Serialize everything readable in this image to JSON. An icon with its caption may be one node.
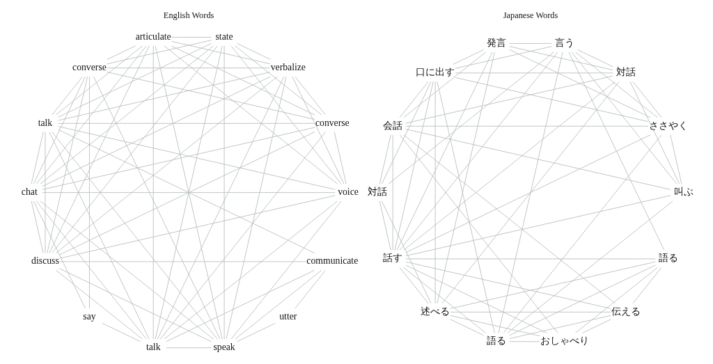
{
  "diagram": {
    "nodes": [
      {
        "text": [
          "talk"
        ]
      },
      {
        "text": [
          "talk"
        ]
      },
      {
        "text": [
          "say"
        ]
      },
      {
        "text": [
          "state"
        ]
      },
      {
        "text": [
          "chat"
        ]
      },
      {
        "text": [
          "verbalize"
        ]
      },
      {
        "text": [
          "speak"
        ]
      },
      {
        "text": [
          "voice"
        ]
      },
      {
        "text": [
          "articulate"
        ]
      },
      {
        "text": [
          "utter"
        ]
      },
      {
        "text": [
          "converse"
        ]
      },
      {
        "text": [
          "communicate"
        ]
      },
      {
        "text": [
          "converse"
        ]
      },
      {
        "text": [
          "discuss"
        ]
      },
      {
        "text": [
          "言う"
        ]
      },
      {
        "text": [
          "語る"
        ]
      },
      {
        "text": [
          "語る"
        ]
      },
      {
        "text": [
          "叫ぶ"
        ]
      },
      {
        "text": [
          "おしゃべり"
        ]
      },
      {
        "text": [
          "ささやく"
        ]
      },
      {
        "text": [
          "話す"
        ]
      },
      {
        "text": [
          "伝える"
        ]
      },
      {
        "text": [
          "対話"
        ]
      },
      {
        "text": [
          "述べる"
        ]
      },
      {
        "text": [
          "口に出す"
        ]
      },
      {
        "text": [
          "発言"
        ]
      },
      {
        "text": [
          "対話"
        ]
      },
      {
        "text": [
          "会話"
        ]
      }
    ],
    "edges": [
      {
        "from": 0,
        "to": 1,
        "arrow": "none"
      },
      {
        "from": 0,
        "to": 3,
        "arrow": "none"
      },
      {
        "from": 0,
        "to": 5,
        "arrow": "none"
      },
      {
        "from": 0,
        "to": 8,
        "arrow": "none"
      },
      {
        "from": 0,
        "to": 10,
        "arrow": "none"
      },
      {
        "from": 0,
        "to": 12,
        "arrow": "none"
      },
      {
        "from": 0,
        "to": 6,
        "arrow": "none"
      },
      {
        "from": 0,
        "to": 13,
        "arrow": "none"
      },
      {
        "from": 0,
        "to": 4,
        "arrow": "none"
      },
      {
        "from": 0,
        "to": 7,
        "arrow": "none"
      },
      {
        "from": 0,
        "to": 11,
        "arrow": "none"
      },
      {
        "from": 1,
        "to": 2,
        "arrow": "none"
      },
      {
        "from": 1,
        "to": 4,
        "arrow": "none"
      },
      {
        "from": 1,
        "to": 3,
        "arrow": "none"
      },
      {
        "from": 1,
        "to": 5,
        "arrow": "none"
      },
      {
        "from": 1,
        "to": 8,
        "arrow": "none"
      },
      {
        "from": 1,
        "to": 10,
        "arrow": "none"
      },
      {
        "from": 1,
        "to": 6,
        "arrow": "none"
      },
      {
        "from": 1,
        "to": 13,
        "arrow": "none"
      },
      {
        "from": 1,
        "to": 7,
        "arrow": "none"
      },
      {
        "from": 1,
        "to": 11,
        "arrow": "none"
      },
      {
        "from": 2,
        "to": 4,
        "arrow": "none"
      },
      {
        "from": 2,
        "to": 12,
        "arrow": "none"
      },
      {
        "from": 3,
        "to": 4,
        "arrow": "none"
      },
      {
        "from": 3,
        "to": 7,
        "arrow": "none"
      },
      {
        "from": 3,
        "to": 5,
        "arrow": "none"
      },
      {
        "from": 3,
        "to": 8,
        "arrow": "none"
      },
      {
        "from": 3,
        "to": 10,
        "arrow": "none"
      },
      {
        "from": 3,
        "to": 6,
        "arrow": "none"
      },
      {
        "from": 3,
        "to": 13,
        "arrow": "none"
      },
      {
        "from": 3,
        "to": 12,
        "arrow": "none"
      },
      {
        "from": 4,
        "to": 5,
        "arrow": "none"
      },
      {
        "from": 4,
        "to": 7,
        "arrow": "none"
      },
      {
        "from": 4,
        "to": 8,
        "arrow": "none"
      },
      {
        "from": 4,
        "to": 10,
        "arrow": "none"
      },
      {
        "from": 4,
        "to": 12,
        "arrow": "none"
      },
      {
        "from": 4,
        "to": 13,
        "arrow": "none"
      },
      {
        "from": 4,
        "to": 6,
        "arrow": "none"
      },
      {
        "from": 5,
        "to": 8,
        "arrow": "none"
      },
      {
        "from": 5,
        "to": 10,
        "arrow": "none"
      },
      {
        "from": 5,
        "to": 6,
        "arrow": "none"
      },
      {
        "from": 5,
        "to": 7,
        "arrow": "none"
      },
      {
        "from": 5,
        "to": 13,
        "arrow": "none"
      },
      {
        "from": 5,
        "to": 12,
        "arrow": "none"
      },
      {
        "from": 6,
        "to": 7,
        "arrow": "none"
      },
      {
        "from": 6,
        "to": 9,
        "arrow": "none"
      },
      {
        "from": 6,
        "to": 12,
        "arrow": "none"
      },
      {
        "from": 6,
        "to": 13,
        "arrow": "none"
      },
      {
        "from": 6,
        "to": 11,
        "arrow": "none"
      },
      {
        "from": 6,
        "to": 8,
        "arrow": "none"
      },
      {
        "from": 7,
        "to": 8,
        "arrow": "none"
      },
      {
        "from": 7,
        "to": 10,
        "arrow": "none"
      },
      {
        "from": 7,
        "to": 13,
        "arrow": "none"
      },
      {
        "from": 8,
        "to": 10,
        "arrow": "none"
      },
      {
        "from": 8,
        "to": 12,
        "arrow": "none"
      },
      {
        "from": 8,
        "to": 13,
        "arrow": "none"
      },
      {
        "from": 10,
        "to": 12,
        "arrow": "none"
      },
      {
        "from": 10,
        "to": 13,
        "arrow": "none"
      },
      {
        "from": 12,
        "to": 13,
        "arrow": "none"
      },
      {
        "from": 11,
        "to": 13,
        "arrow": "none"
      },
      {
        "from": 9,
        "to": 11,
        "arrow": "none"
      },
      {
        "from": 14,
        "to": 15,
        "arrow": "none"
      },
      {
        "from": 14,
        "to": 16,
        "arrow": "none"
      },
      {
        "from": 14,
        "to": 17,
        "arrow": "none"
      },
      {
        "from": 14,
        "to": 19,
        "arrow": "none"
      },
      {
        "from": 14,
        "to": 20,
        "arrow": "none"
      },
      {
        "from": 14,
        "to": 22,
        "arrow": "none"
      },
      {
        "from": 14,
        "to": 24,
        "arrow": "none"
      },
      {
        "from": 14,
        "to": 26,
        "arrow": "none"
      },
      {
        "from": 14,
        "to": 25,
        "arrow": "none"
      },
      {
        "from": 15,
        "to": 16,
        "arrow": "none"
      },
      {
        "from": 15,
        "to": 17,
        "arrow": "none"
      },
      {
        "from": 15,
        "to": 19,
        "arrow": "none"
      },
      {
        "from": 15,
        "to": 18,
        "arrow": "none"
      },
      {
        "from": 15,
        "to": 21,
        "arrow": "none"
      },
      {
        "from": 15,
        "to": 20,
        "arrow": "none"
      },
      {
        "from": 15,
        "to": 24,
        "arrow": "none"
      },
      {
        "from": 15,
        "to": 23,
        "arrow": "none"
      },
      {
        "from": 16,
        "to": 18,
        "arrow": "none"
      },
      {
        "from": 16,
        "to": 21,
        "arrow": "none"
      },
      {
        "from": 16,
        "to": 23,
        "arrow": "none"
      },
      {
        "from": 16,
        "to": 20,
        "arrow": "none"
      },
      {
        "from": 17,
        "to": 19,
        "arrow": "none"
      },
      {
        "from": 17,
        "to": 22,
        "arrow": "none"
      },
      {
        "from": 17,
        "to": 20,
        "arrow": "none"
      },
      {
        "from": 17,
        "to": 27,
        "arrow": "none"
      },
      {
        "from": 18,
        "to": 20,
        "arrow": "none"
      },
      {
        "from": 18,
        "to": 21,
        "arrow": "none"
      },
      {
        "from": 18,
        "to": 23,
        "arrow": "none"
      },
      {
        "from": 18,
        "to": 27,
        "arrow": "none"
      },
      {
        "from": 19,
        "to": 20,
        "arrow": "none"
      },
      {
        "from": 19,
        "to": 22,
        "arrow": "none"
      },
      {
        "from": 19,
        "to": 24,
        "arrow": "none"
      },
      {
        "from": 19,
        "to": 27,
        "arrow": "none"
      },
      {
        "from": 19,
        "to": 25,
        "arrow": "none"
      },
      {
        "from": 20,
        "to": 21,
        "arrow": "none"
      },
      {
        "from": 20,
        "to": 22,
        "arrow": "none"
      },
      {
        "from": 20,
        "to": 24,
        "arrow": "none"
      },
      {
        "from": 20,
        "to": 26,
        "arrow": "none"
      },
      {
        "from": 20,
        "to": 27,
        "arrow": "none"
      },
      {
        "from": 20,
        "to": 25,
        "arrow": "none"
      },
      {
        "from": 20,
        "to": 23,
        "arrow": "none"
      },
      {
        "from": 21,
        "to": 23,
        "arrow": "none"
      },
      {
        "from": 21,
        "to": 27,
        "arrow": "none"
      },
      {
        "from": 22,
        "to": 23,
        "arrow": "none"
      },
      {
        "from": 22,
        "to": 25,
        "arrow": "none"
      },
      {
        "from": 22,
        "to": 27,
        "arrow": "none"
      },
      {
        "from": 22,
        "to": 24,
        "arrow": "none"
      },
      {
        "from": 23,
        "to": 24,
        "arrow": "none"
      },
      {
        "from": 23,
        "to": 25,
        "arrow": "none"
      },
      {
        "from": 23,
        "to": 26,
        "arrow": "none"
      },
      {
        "from": 24,
        "to": 26,
        "arrow": "none"
      },
      {
        "from": 24,
        "to": 25,
        "arrow": "none"
      },
      {
        "from": 24,
        "to": 27,
        "arrow": "none"
      },
      {
        "from": 26,
        "to": 27,
        "arrow": "none"
      },
      {
        "from": 27,
        "to": 25,
        "arrow": "none"
      }
    ],
    "labels": [
      "English Words",
      "Japanese Words"
    ]
  }
}
